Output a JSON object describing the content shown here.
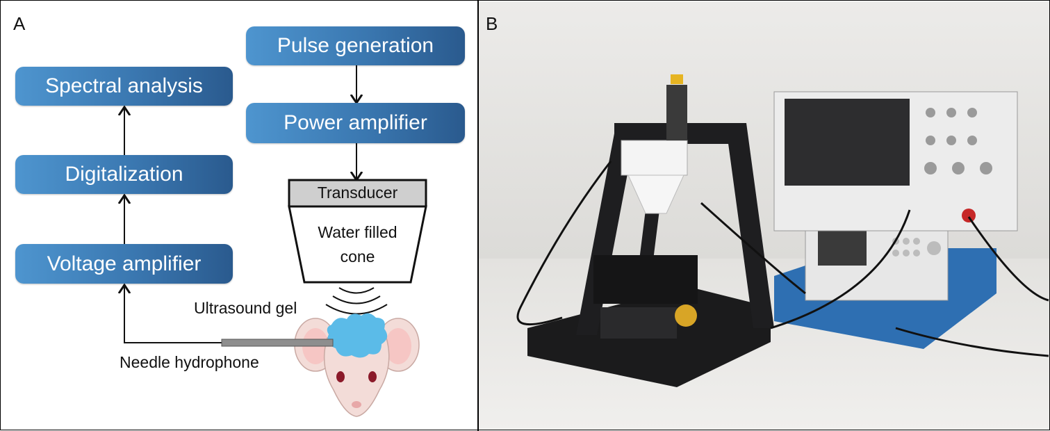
{
  "panel_a": {
    "label": "A",
    "steps": {
      "pulse_generation": "Pulse generation",
      "power_amplifier": "Power amplifier",
      "spectral_analysis": "Spectral analysis",
      "digitalization": "Digitalization",
      "voltage_amplifier": "Voltage amplifier"
    },
    "transducer": "Transducer",
    "cone_line1": "Water filled",
    "cone_line2": "cone",
    "gel_label": "Ultrasound gel",
    "hydrophone_label": "Needle hydrophone"
  },
  "panel_b": {
    "label": "B"
  },
  "colors": {
    "box_light": "#4e95cf",
    "box_dark": "#2a5a8e",
    "gel_blue": "#5bbbe8",
    "mouse_pink": "#f3dcd8"
  }
}
